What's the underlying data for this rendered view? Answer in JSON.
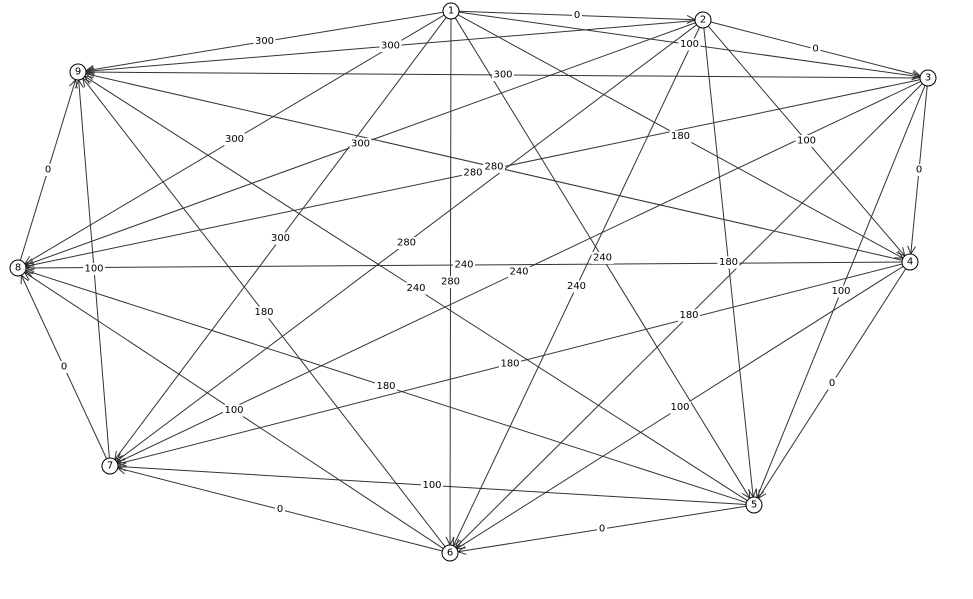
{
  "nodes": [
    {
      "id": "1",
      "label": "1"
    },
    {
      "id": "2",
      "label": "2"
    },
    {
      "id": "3",
      "label": "3"
    },
    {
      "id": "4",
      "label": "4"
    },
    {
      "id": "5",
      "label": "5"
    },
    {
      "id": "6",
      "label": "6"
    },
    {
      "id": "7",
      "label": "7"
    },
    {
      "id": "8",
      "label": "8"
    },
    {
      "id": "9",
      "label": "9"
    }
  ],
  "edges": [
    {
      "from": "1",
      "to": "2",
      "label": "0"
    },
    {
      "from": "1",
      "to": "3",
      "label": "100"
    },
    {
      "from": "1",
      "to": "4",
      "label": "180"
    },
    {
      "from": "1",
      "to": "5",
      "label": "240"
    },
    {
      "from": "1",
      "to": "6",
      "label": "280"
    },
    {
      "from": "1",
      "to": "7",
      "label": "300"
    },
    {
      "from": "1",
      "to": "8",
      "label": "300"
    },
    {
      "from": "1",
      "to": "9",
      "label": "300"
    },
    {
      "from": "2",
      "to": "3",
      "label": "0"
    },
    {
      "from": "2",
      "to": "4",
      "label": "100"
    },
    {
      "from": "2",
      "to": "5",
      "label": "180"
    },
    {
      "from": "2",
      "to": "6",
      "label": "240"
    },
    {
      "from": "2",
      "to": "7",
      "label": "280"
    },
    {
      "from": "2",
      "to": "8",
      "label": "300"
    },
    {
      "from": "2",
      "to": "9",
      "label": "300"
    },
    {
      "from": "3",
      "to": "4",
      "label": "0"
    },
    {
      "from": "3",
      "to": "5",
      "label": "100"
    },
    {
      "from": "3",
      "to": "6",
      "label": "180"
    },
    {
      "from": "3",
      "to": "7",
      "label": "240"
    },
    {
      "from": "3",
      "to": "8",
      "label": "280"
    },
    {
      "from": "3",
      "to": "9",
      "label": "300"
    },
    {
      "from": "4",
      "to": "5",
      "label": "0"
    },
    {
      "from": "4",
      "to": "6",
      "label": "100"
    },
    {
      "from": "4",
      "to": "7",
      "label": "180"
    },
    {
      "from": "4",
      "to": "8",
      "label": "240"
    },
    {
      "from": "4",
      "to": "9",
      "label": "280"
    },
    {
      "from": "5",
      "to": "6",
      "label": "0"
    },
    {
      "from": "5",
      "to": "7",
      "label": "100"
    },
    {
      "from": "5",
      "to": "8",
      "label": "180"
    },
    {
      "from": "5",
      "to": "9",
      "label": "240"
    },
    {
      "from": "6",
      "to": "7",
      "label": "0"
    },
    {
      "from": "6",
      "to": "8",
      "label": "100"
    },
    {
      "from": "6",
      "to": "9",
      "label": "180"
    },
    {
      "from": "7",
      "to": "8",
      "label": "0"
    },
    {
      "from": "7",
      "to": "9",
      "label": "100"
    },
    {
      "from": "8",
      "to": "9",
      "label": "0"
    }
  ]
}
